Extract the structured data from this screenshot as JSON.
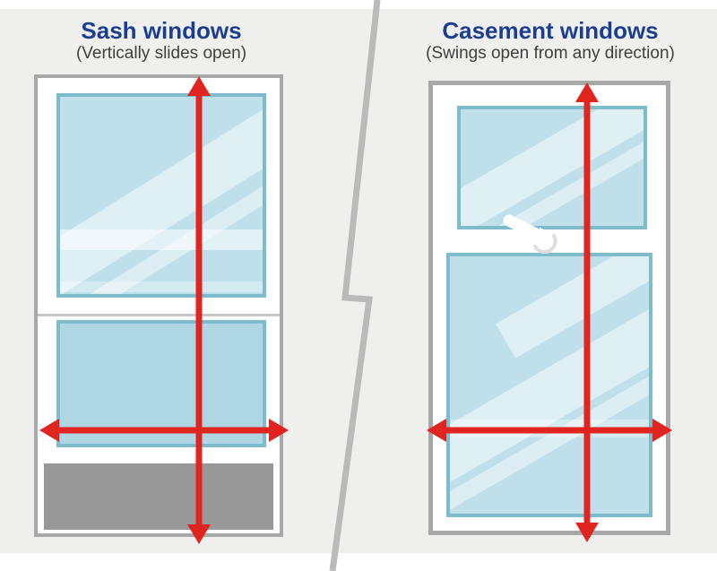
{
  "diagram": {
    "panels": [
      {
        "title": "Sash windows",
        "subtitle": "(Vertically slides open)",
        "window_type": "sash"
      },
      {
        "title": "Casement windows",
        "subtitle": "(Swings open from any direction)",
        "window_type": "casement"
      }
    ],
    "icons": {
      "vertical_arrow": "height-measure-arrow",
      "horizontal_arrow": "width-measure-arrow",
      "handle": "casement-stay-handle"
    },
    "colors": {
      "background": "#efefee",
      "title_blue": "#1d3d91",
      "subtitle_gray": "#3f3f3f",
      "arrow_red": "#e02520",
      "frame_border_gray": "#a8a8a8",
      "glass_blue": "#bfe0eb",
      "glass_flat_blue": "#aed7e3",
      "pane_border_teal": "#7fbccb",
      "sill_gray": "#989898",
      "divider_gray": "#bababa"
    }
  }
}
